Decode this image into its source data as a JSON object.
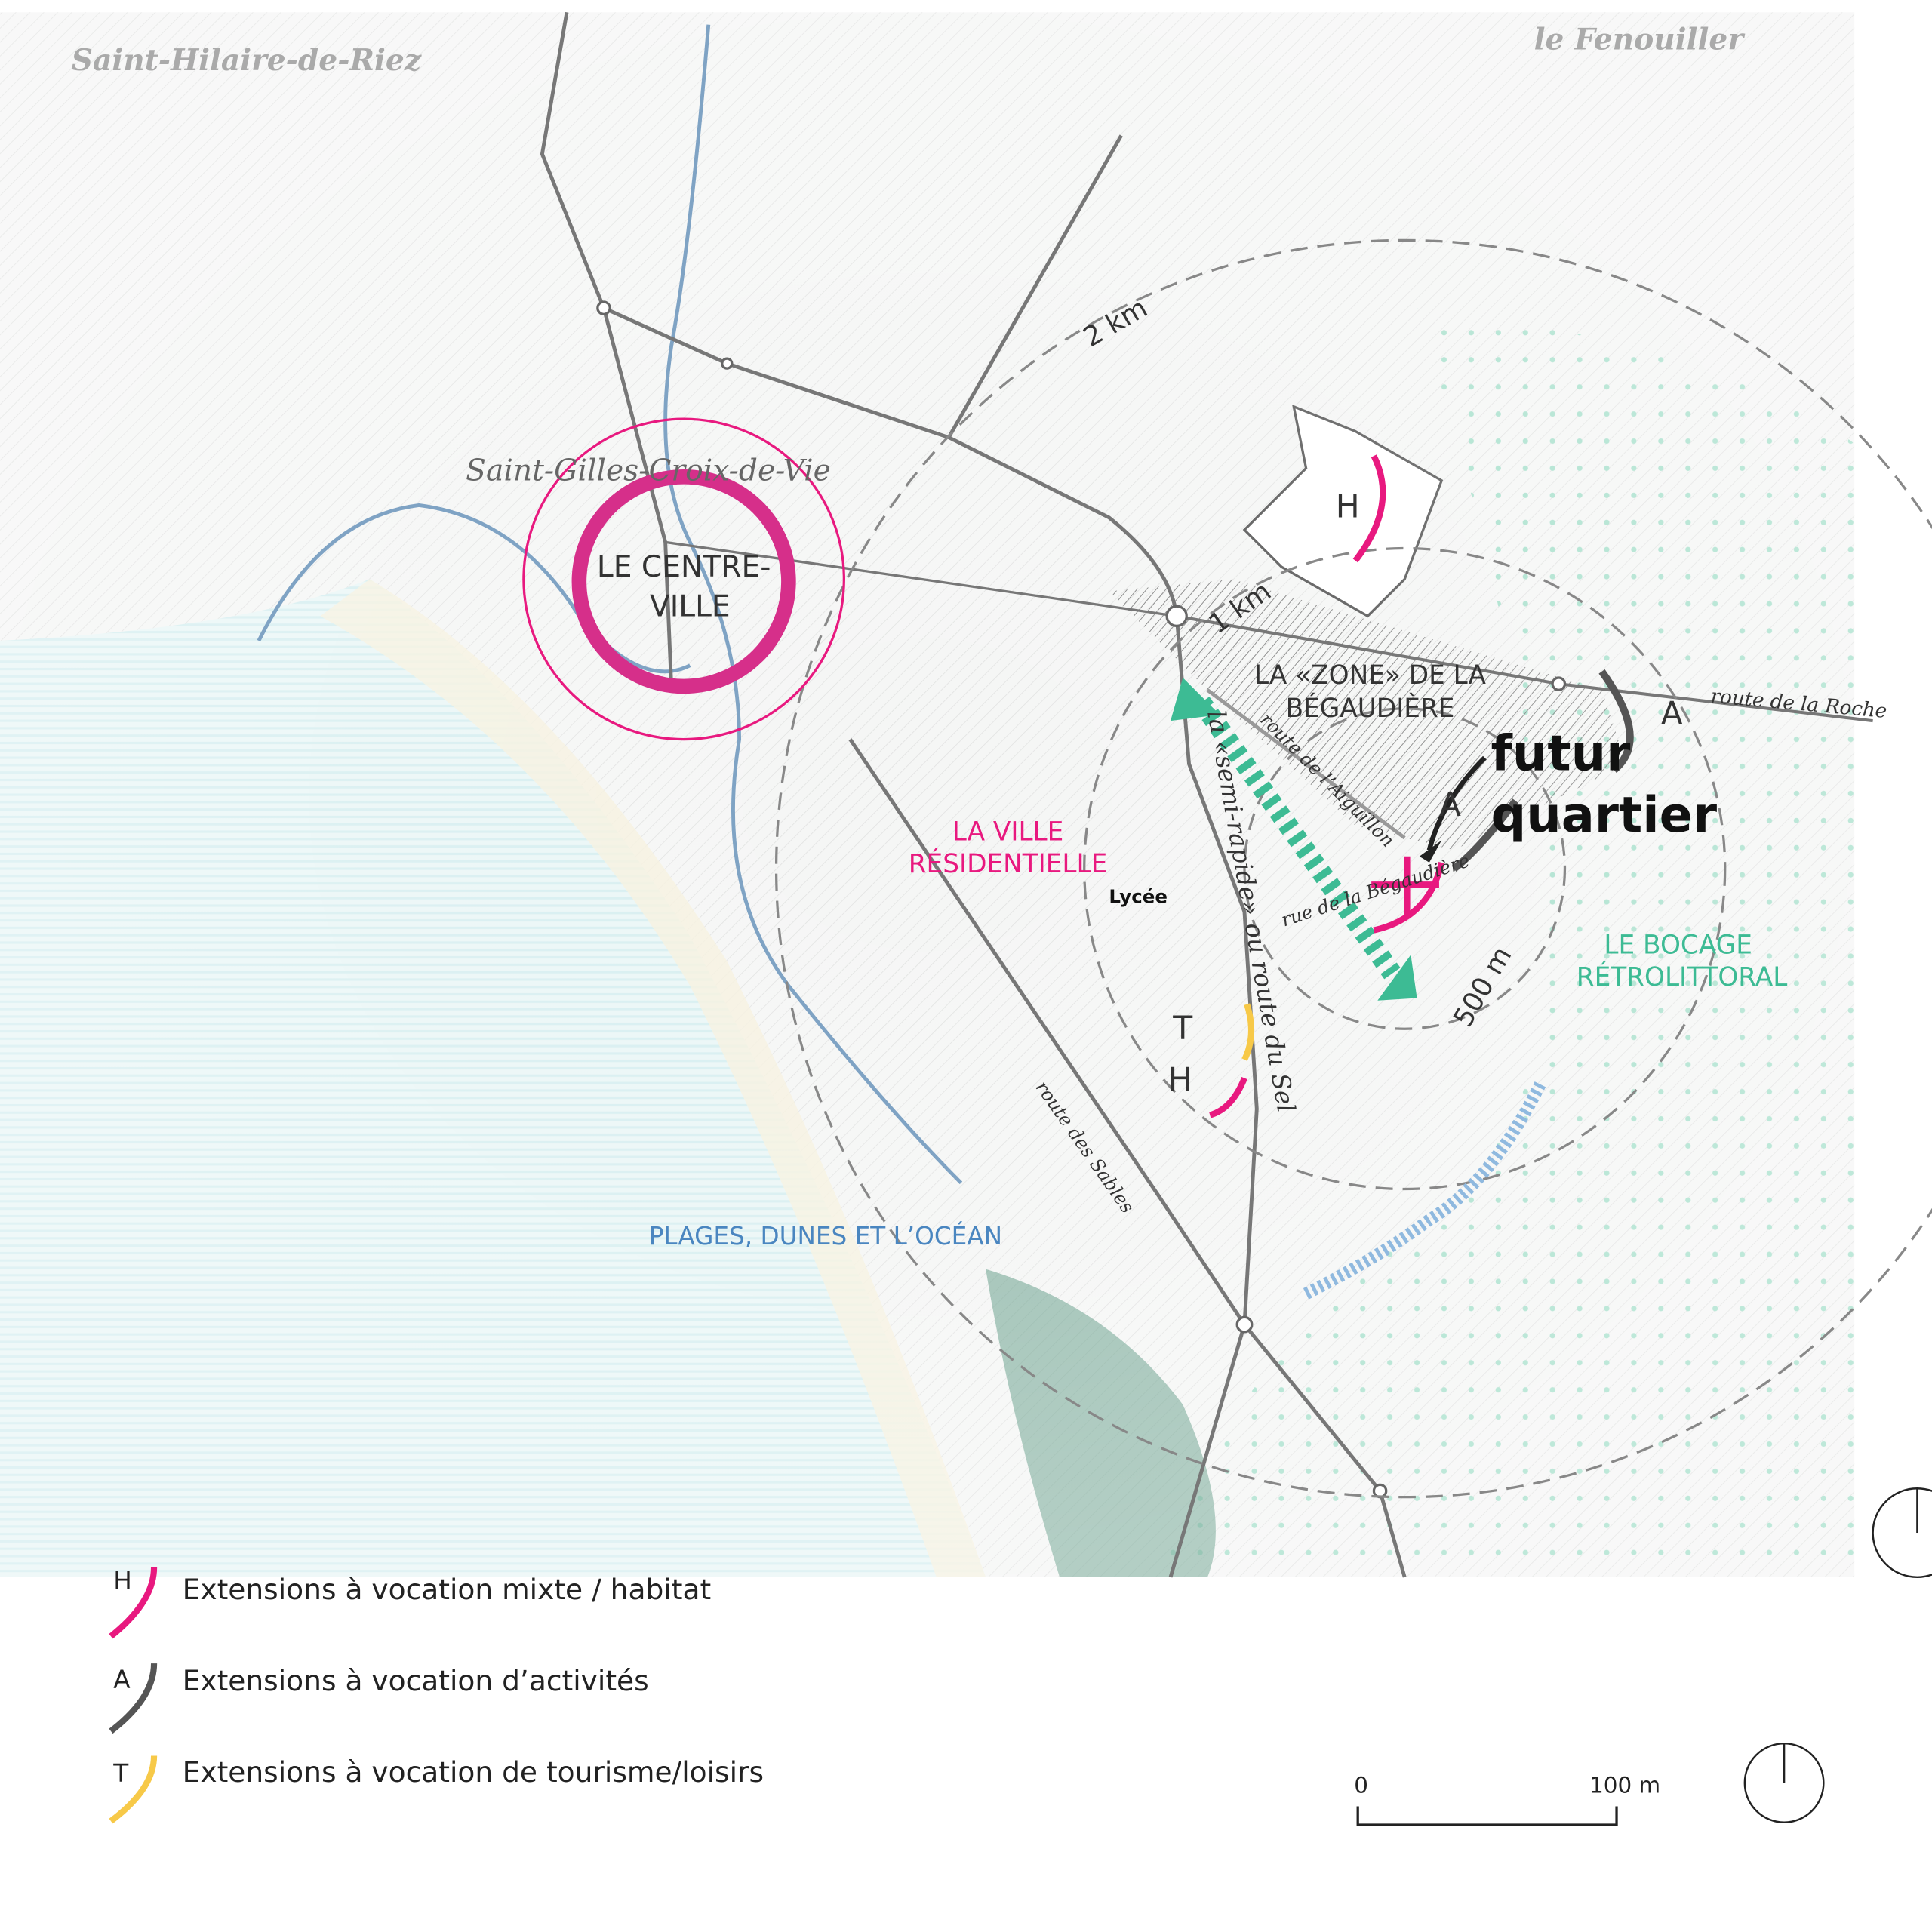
{
  "places": {
    "saint_hilaire": "Saint-Hilaire-de-Riez",
    "fenouiller": "le Fenouiller",
    "saint_gilles": "Saint-Gilles-Croix-de-Vie"
  },
  "zones": {
    "centre_line1": "LE CENTRE-",
    "centre_line2": "VILLE",
    "residentielle_line1": "LA VILLE",
    "residentielle_line2": "RÉSIDENTIELLE",
    "begaudiere_line1": "LA «ZONE» DE LA",
    "begaudiere_line2": "BÉGAUDIÈRE",
    "bocage_line1": "LE BOCAGE",
    "bocage_line2": "RÉTROLITTORAL",
    "plages": "PLAGES, DUNES ET L’OCÉAN",
    "futur_line1": "futur",
    "futur_line2": "quartier",
    "lycee": "Lycée"
  },
  "roads": {
    "roche": "route de la Roche",
    "aiguillon": "route de l’Aiguillon",
    "begaudiere": "rue de la Bégaudière",
    "semi_rapide": "la «semi-rapide» ou route du Sel",
    "sables": "route des Sables"
  },
  "distances": {
    "r2km": "2 km",
    "r1km": "1 km",
    "r500m": "500 m"
  },
  "markers": {
    "h": "H",
    "a": "A",
    "t": "T"
  },
  "legend": {
    "items": [
      {
        "letter": "H",
        "label": "Extensions à vocation mixte / habitat",
        "color": "#e8197f"
      },
      {
        "letter": "A",
        "label": "Extensions à vocation d’activités",
        "color": "#555555"
      },
      {
        "letter": "T",
        "label": "Extensions à vocation de tourisme/loisirs",
        "color": "#f7c948"
      }
    ]
  },
  "scale_bar": {
    "start": "0",
    "end": "100 m"
  },
  "colors": {
    "pink": "#e8197f",
    "green": "#3dbb94",
    "blue": "#4a86c0",
    "gray": "#555555",
    "yellow": "#f7c948"
  }
}
